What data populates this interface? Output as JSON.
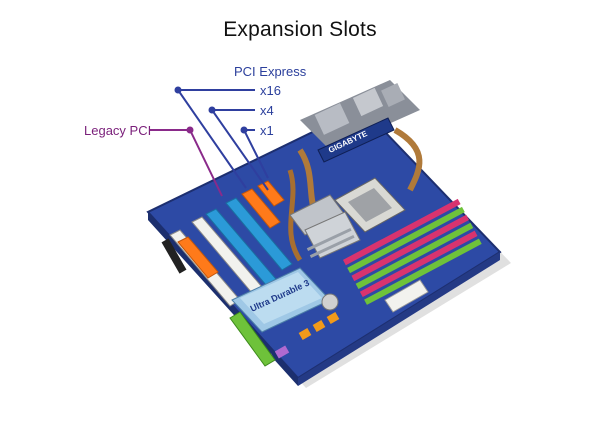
{
  "title": "Expansion Slots",
  "labels": {
    "pci_express": "PCI Express",
    "x16": "x16",
    "x4": "x4",
    "x1": "x1",
    "legacy_pci": "Legacy PCI"
  },
  "board_text": {
    "brand": "GIGABYTE",
    "ultra_durable": "Ultra Durable 3"
  },
  "colors": {
    "pcie_line": "#2f3f9f",
    "pci_line": "#8a2a8a",
    "pcb": "#2d4aa5",
    "ram_pink": "#d8336f",
    "ram_green": "#6ec23a",
    "slot_blue": "#2b9ad8",
    "slot_orange": "#ff7a1a",
    "slot_white": "#f2f2ee"
  }
}
